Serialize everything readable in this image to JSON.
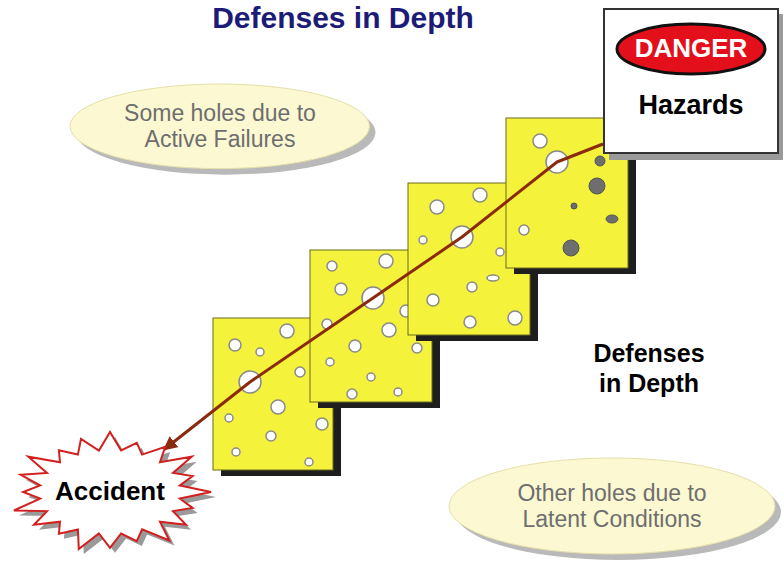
{
  "diagram": {
    "title": "Defenses in Depth",
    "nodes": [
      {
        "text": [
          "Hazards"
        ]
      },
      {
        "text": [
          "DANGER"
        ],
        "in": 0
      },
      {
        "text": [
          "Some holes due to Active Failures"
        ]
      },
      {
        "text": [
          "Accident"
        ]
      },
      {
        "text": [
          "Other holes due to Latent Conditions"
        ]
      }
    ],
    "edges": [
      {
        "from": 0,
        "to": 3,
        "arrow": "to"
      }
    ],
    "labels": [
      "Defenses in Depth"
    ]
  }
}
